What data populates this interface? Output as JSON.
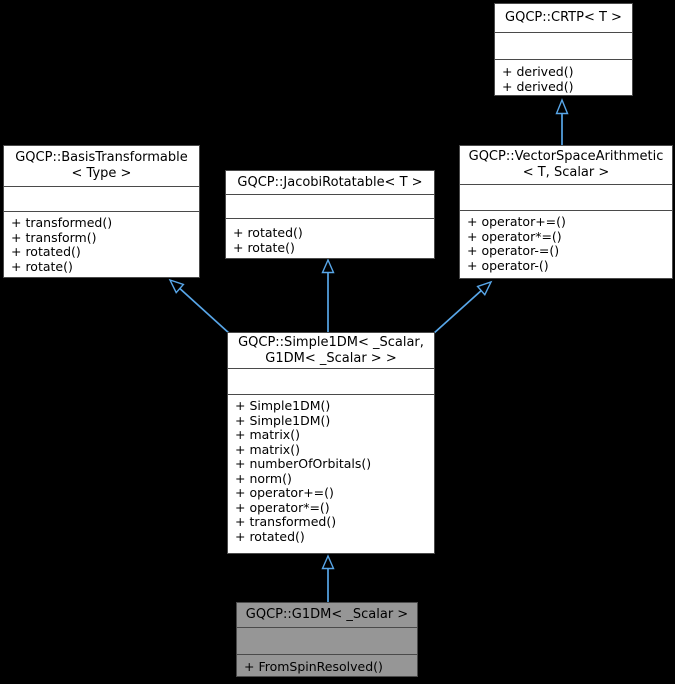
{
  "diagram": {
    "kind": "uml-inheritance-graph",
    "background_color": "#000000",
    "edge_color": "#58a6e8",
    "node_fill_color": "#ffffff",
    "highlight_fill_color": "#969696",
    "node_border_color": "#4a4a4a",
    "text_color": "#000000"
  },
  "classes": [
    {
      "id": "crtp",
      "title_lines": [
        "GQCP::CRTP< T >"
      ],
      "attributes": [],
      "methods": [
        "+ derived()",
        "+ derived()"
      ],
      "highlighted": false
    },
    {
      "id": "basis-transformable",
      "title_lines": [
        "GQCP::BasisTransformable",
        "< Type >"
      ],
      "attributes": [],
      "methods": [
        "+ transformed()",
        "+ transform()",
        "+ rotated()",
        "+ rotate()"
      ],
      "highlighted": false
    },
    {
      "id": "jacobi-rotatable",
      "title_lines": [
        "GQCP::JacobiRotatable< T >"
      ],
      "attributes": [],
      "methods": [
        "+ rotated()",
        "+ rotate()"
      ],
      "highlighted": false
    },
    {
      "id": "vector-space-arithmetic",
      "title_lines": [
        "GQCP::VectorSpaceArithmetic",
        "< T, Scalar >"
      ],
      "attributes": [],
      "methods": [
        "+ operator+=()",
        "+ operator*=()",
        "+ operator-=()",
        "+ operator-()"
      ],
      "highlighted": false
    },
    {
      "id": "simple-1dm",
      "title_lines": [
        "GQCP::Simple1DM< _Scalar,",
        "G1DM< _Scalar > >"
      ],
      "attributes": [],
      "methods": [
        "+ Simple1DM()",
        "+ Simple1DM()",
        "+ matrix()",
        "+ matrix()",
        "+ numberOfOrbitals()",
        "+ norm()",
        "+ operator+=()",
        "+ operator*=()",
        "+ transformed()",
        "+ rotated()"
      ],
      "highlighted": false
    },
    {
      "id": "g1dm",
      "title_lines": [
        "GQCP::G1DM< _Scalar >"
      ],
      "attributes": [],
      "methods": [
        "+ FromSpinResolved()"
      ],
      "highlighted": true
    }
  ],
  "inheritance_edges": [
    {
      "from": "g1dm",
      "to": "simple-1dm"
    },
    {
      "from": "simple-1dm",
      "to": "basis-transformable"
    },
    {
      "from": "simple-1dm",
      "to": "jacobi-rotatable"
    },
    {
      "from": "simple-1dm",
      "to": "vector-space-arithmetic"
    },
    {
      "from": "vector-space-arithmetic",
      "to": "crtp"
    }
  ]
}
